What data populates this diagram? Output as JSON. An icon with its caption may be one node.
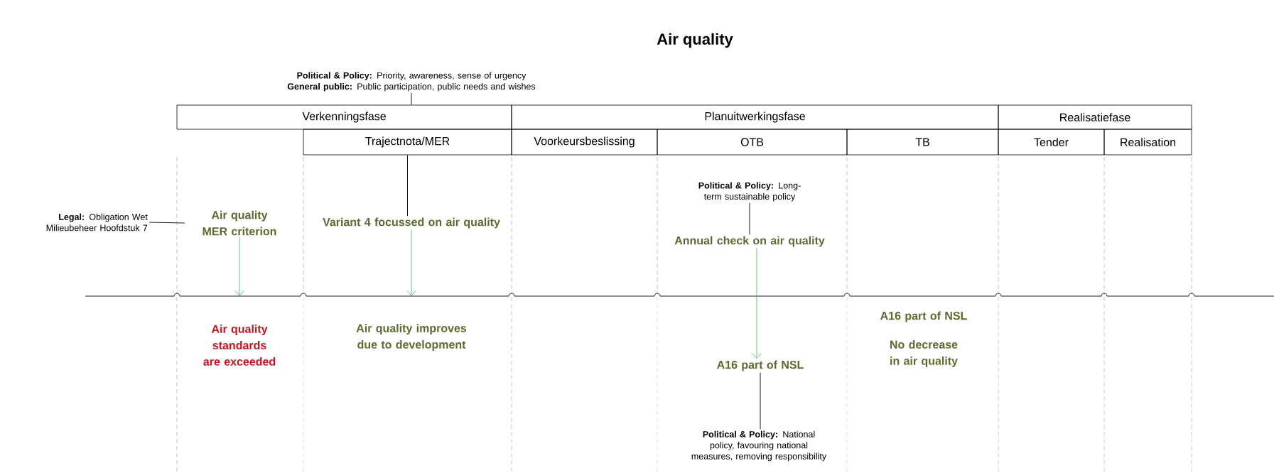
{
  "diagram": {
    "title": "Air quality",
    "nodes": [
      {
        "text": [
          "Verkenningsfase"
        ]
      },
      {
        "text": [
          "Planuitwerkingsfase"
        ]
      },
      {
        "text": [
          "Realisatiefase"
        ]
      },
      {
        "text": [
          "Trajectnota/MER"
        ]
      },
      {
        "text": [
          "Voorkeursbeslissing"
        ]
      },
      {
        "text": [
          "OTB"
        ]
      },
      {
        "text": [
          "TB"
        ]
      },
      {
        "text": [
          "Tender"
        ]
      },
      {
        "text": [
          "Realisation"
        ]
      },
      {
        "text": [
          "**Political & Policy:** Priority, awareness, sense of urgency",
          "**General public:** Public participation, public needs and wishes"
        ]
      },
      {
        "text": [
          "**Legal:** Obligation Wet Milieubeheer Hoofdstuk 7"
        ]
      },
      {
        "text": [
          "Air quality MER criterion"
        ]
      },
      {
        "text": [
          "Variant 4 focussed on  air quality"
        ]
      },
      {
        "text": [
          "**Political & Policy:** Long-term sustainable policy"
        ]
      },
      {
        "text": [
          "Annual check on air quality"
        ]
      },
      {
        "text": [
          "A16 part of NSL"
        ]
      },
      {
        "text": [
          "**Political & Policy:** National policy, favouring national measures, removing responsibility"
        ]
      }
    ],
    "edges": [
      {
        "from": 9,
        "to": 0,
        "arrow": "none"
      },
      {
        "from": 10,
        "to": 11,
        "arrow": "none"
      },
      {
        "from": 3,
        "to": 12,
        "arrow": "none"
      },
      {
        "from": 13,
        "to": 14,
        "arrow": "none"
      },
      {
        "from": 11,
        "to": null,
        "arrow": "to",
        "color": "#4fc26e"
      },
      {
        "from": 12,
        "to": null,
        "arrow": "to",
        "color": "#4fc26e"
      },
      {
        "from": 14,
        "to": 15,
        "arrow": "to",
        "color": "#4fc26e"
      },
      {
        "from": 15,
        "to": 16,
        "arrow": "none"
      }
    ],
    "labels": [
      "Air quality standards are exceeded",
      "Air quality improves due to development",
      "A16 part of NSL",
      "No decrease in air quality"
    ]
  }
}
